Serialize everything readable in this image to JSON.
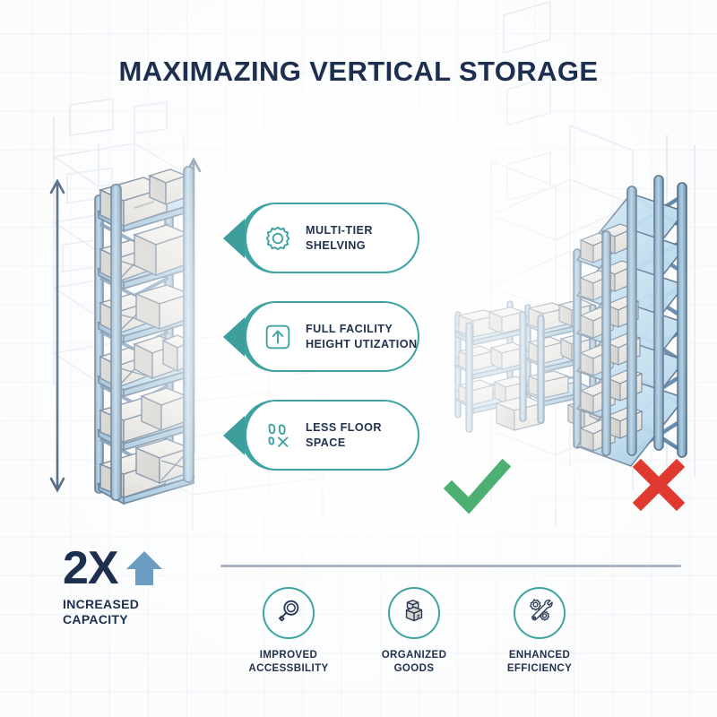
{
  "page": {
    "title": "MAXIMAZING VERTICAL STORAGE",
    "background_color": "#fbfcfd",
    "grid_color": "#e4e8ef"
  },
  "colors": {
    "navy": "#1d2f4e",
    "teal": "#3fa3a1",
    "rack_blue": "#3f6e97",
    "rack_shelf_blue": "#9cc8e0",
    "box_gray": "#d8d8d4",
    "arrow_blue": "#6b9dc2",
    "check_green": "#4cb072",
    "cross_red": "#e03a30",
    "divider_gray": "#aab3c2",
    "ghost_gray": "#e9ecf1"
  },
  "callouts": [
    {
      "id": "multi-tier-shelving",
      "icon": "gear-icon",
      "label": "MULTI-TIER\nSHELVING"
    },
    {
      "id": "height-utilization",
      "icon": "arrow-up-box-icon",
      "label": "FULL FACILITY\nHEIGHT UTIZATION"
    },
    {
      "id": "less-floor-space",
      "icon": "footprints-x-icon",
      "label": "LESS FLOOR\nSPACE"
    }
  ],
  "verdicts": [
    {
      "id": "good-layout",
      "icon": "check-icon",
      "meaning": "recommended"
    },
    {
      "id": "poor-layout",
      "icon": "cross-icon",
      "meaning": "not-recommended"
    }
  ],
  "stat": {
    "value": "2X",
    "arrow_icon": "arrow-up-icon",
    "label": "INCREASED\nCAPACITY"
  },
  "features": [
    {
      "id": "improved-accessibility",
      "icon": "magnifier-icon",
      "label": "IMPROVED\nACCESSBILITY"
    },
    {
      "id": "organized-goods",
      "icon": "stacked-boxes-icon",
      "label": "ORGANIZED\nGOODS"
    },
    {
      "id": "enhanced-efficiency",
      "icon": "wrench-gears-icon",
      "label": "ENHANCED\nEFFICIENCY"
    }
  ],
  "illustrations": [
    {
      "id": "tall-shelf-left",
      "description": "tall six-level pallet rack with boxes and crates, vertical height arrows on both sides",
      "levels": 6
    },
    {
      "id": "short-racks-center",
      "description": "two low wide racks with boxes, marked as recommended",
      "levels": 4
    },
    {
      "id": "tall-rack-right",
      "description": "very tall narrow rack with many box levels, marked as not recommended",
      "levels": 7
    }
  ]
}
